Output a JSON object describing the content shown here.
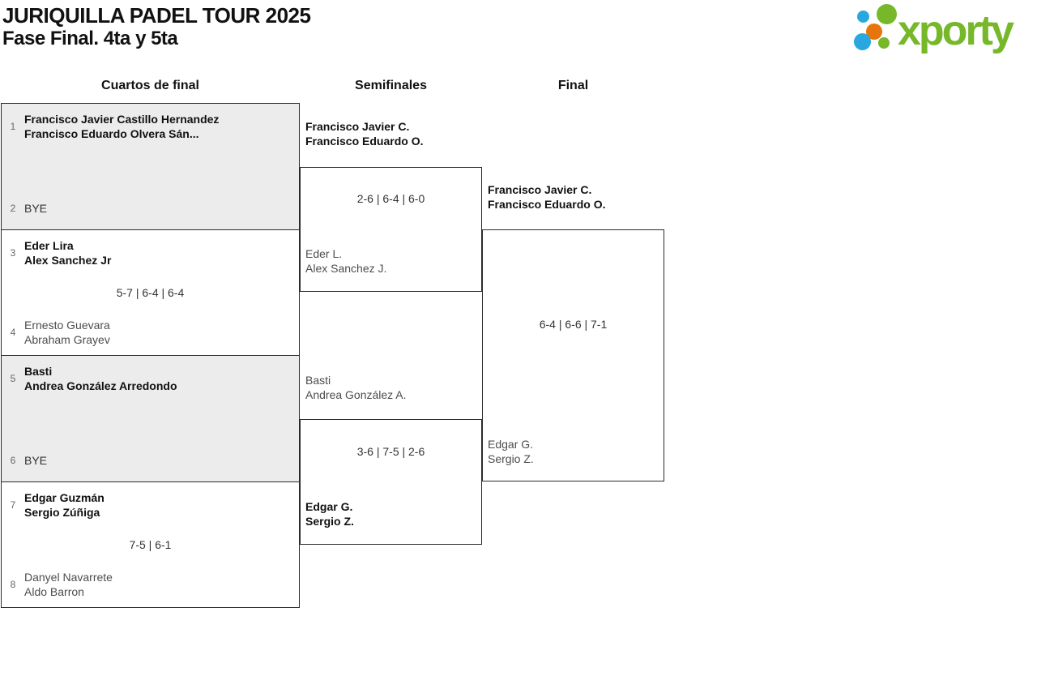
{
  "header": {
    "title": "JURIQUILLA PADEL TOUR 2025",
    "subtitle": "Fase Final. 4ta y 5ta"
  },
  "logo": {
    "text": "xporty",
    "colors": {
      "green": "#76b82a",
      "blue": "#29a8e0",
      "orange": "#e8750c"
    }
  },
  "columns": [
    {
      "label": "Cuartos de final"
    },
    {
      "label": "Semifinales"
    },
    {
      "label": "Final"
    }
  ],
  "qf": [
    {
      "top": {
        "seed": "1",
        "lines": [
          "Francisco Javier Castillo Hernandez",
          "Francisco Eduardo Olvera Sán..."
        ]
      },
      "score": "",
      "bottom": {
        "seed": "2",
        "lines": [
          "BYE"
        ]
      }
    },
    {
      "top": {
        "seed": "3",
        "lines": [
          "Eder Lira",
          "Alex Sanchez Jr"
        ]
      },
      "score": "5-7 | 6-4 | 6-4",
      "bottom": {
        "seed": "4",
        "lines": [
          "Ernesto Guevara",
          "Abraham Grayev"
        ]
      }
    },
    {
      "top": {
        "seed": "5",
        "lines": [
          "Basti",
          "Andrea González Arredondo"
        ]
      },
      "score": "",
      "bottom": {
        "seed": "6",
        "lines": [
          "BYE"
        ]
      }
    },
    {
      "top": {
        "seed": "7",
        "lines": [
          "Edgar Guzmán",
          "Sergio Zúñiga"
        ]
      },
      "score": "7-5 | 6-1",
      "bottom": {
        "seed": "8",
        "lines": [
          "Danyel Navarrete",
          "Aldo Barron"
        ]
      }
    }
  ],
  "sf": [
    {
      "top": {
        "lines": [
          "Francisco Javier C.",
          "Francisco Eduardo O."
        ]
      },
      "score": "2-6 | 6-4 | 6-0",
      "bottom": {
        "lines": [
          "Eder L.",
          "Alex Sanchez J."
        ]
      }
    },
    {
      "top": {
        "lines": [
          "Basti",
          "Andrea González A."
        ]
      },
      "score": "3-6 | 7-5 | 2-6",
      "bottom": {
        "lines": [
          "Edgar G.",
          "Sergio Z."
        ]
      }
    }
  ],
  "final": {
    "top": {
      "lines": [
        "Francisco Javier C.",
        "Francisco Eduardo O."
      ]
    },
    "score": "6-4 | 6-6 | 7-1",
    "bottom": {
      "lines": [
        "Edgar G.",
        "Sergio Z."
      ]
    }
  },
  "box_colors": {
    "shade": "#ececec",
    "border": "#2b2b2b"
  }
}
